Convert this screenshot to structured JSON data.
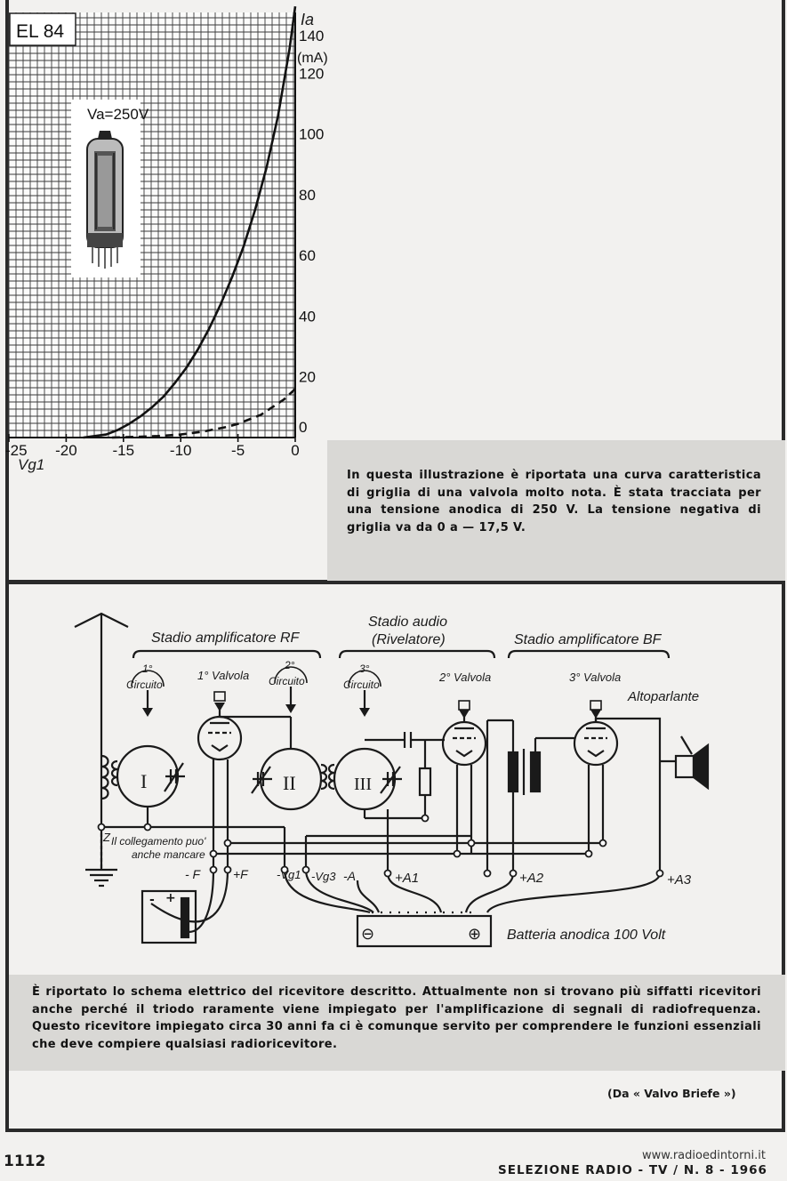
{
  "chart_data": {
    "type": "line",
    "title_box": "EL 84",
    "inset_label": "Va=250V",
    "y_axis_label": "Ia",
    "y_axis_unit": "(mA)",
    "x_axis_label": "Vg1",
    "x_tick_labels": [
      "-25",
      "-20",
      "-15",
      "-10",
      "-5",
      "0"
    ],
    "x_ticks": [
      -25,
      -20,
      -15,
      -10,
      -5,
      0
    ],
    "y_tick_labels": [
      "140",
      "120",
      "100",
      "80",
      "60",
      "40",
      "20",
      "0"
    ],
    "y_ticks": [
      140,
      120,
      100,
      80,
      60,
      40,
      20,
      0
    ],
    "xlim": [
      -25,
      0
    ],
    "ylim": [
      0,
      140
    ],
    "series": [
      {
        "style": "solid",
        "x": [
          -18.5,
          -17.5,
          -16.5,
          -15.5,
          -14.5,
          -13.5,
          -12.5,
          -11.5,
          -10.5,
          -9.5,
          -8.5,
          -7.5,
          -6.5,
          -5.5,
          -4.5,
          -3.5,
          -2.5,
          -1.5,
          -0.5,
          0
        ],
        "y": [
          0,
          0.5,
          1,
          2.5,
          4.5,
          7,
          10,
          13.5,
          18,
          23,
          29,
          36,
          44,
          53,
          63,
          75,
          89,
          106,
          128,
          142
        ]
      },
      {
        "style": "dashed",
        "x": [
          -16,
          -14,
          -12,
          -10,
          -8,
          -6,
          -5,
          -4,
          -3,
          -2,
          -1,
          0
        ],
        "y": [
          0,
          0.2,
          0.5,
          1,
          2,
          3.5,
          4.5,
          6,
          7.5,
          10,
          12.5,
          16
        ]
      }
    ]
  },
  "top_caption": "In questa illustrazione è riportata una curva caratteristica di griglia di una valvola molto nota. È stata tracciata per una tensione anodica di 250 V. La tensione negativa di griglia va da 0 a — 17,5 V.",
  "schematic": {
    "stage_rf": "Stadio amplificatore RF",
    "stage_audio": "Stadio audio",
    "stage_audio_sub": "(Rivelatore)",
    "stage_bf": "Stadio amplificatore BF",
    "circuit_1": "1°",
    "circuit_2": "2°",
    "circuit_3": "3°",
    "circuit_word": "Circuito",
    "valve_1": "1° Valvola",
    "valve_2": "2° Valvola",
    "valve_3": "3° Valvola",
    "speaker": "Altoparlante",
    "coil_1": "I",
    "coil_2": "II",
    "coil_3": "III",
    "note_line1": "Il collegamento puo'",
    "note_line2": "anche mancare",
    "note_mark": "Z",
    "term_minus_f": "- F",
    "term_plus_f": "+F",
    "term_vg1": "-Vg1",
    "term_vg3": "-Vg3",
    "term_minus_a": "-A",
    "term_a1": "+A1",
    "term_a2": "+A2",
    "term_a3": "+A3",
    "battery_label": "Batteria anodica 100 Volt",
    "small_battery_minus": "-",
    "small_battery_plus": "+",
    "battery_minus": "⊖",
    "battery_plus": "⊕"
  },
  "bottom_caption": "È riportato lo schema elettrico del ricevitore descritto. Attualmente non si trovano più siffatti ricevitori anche perché il triodo raramente viene impiegato per l'amplificazione di segnali di radiofrequenza. Questo ricevitore impiegato circa 30 anni fa ci è comunque servito per comprendere le funzioni essenziali che deve compiere qualsiasi radioricevitore.",
  "source_credit": "(Da « Valvo Briefe »)",
  "page_number": "1112",
  "magazine_footer": "SELEZIONE RADIO - TV / N. 8 - 1966",
  "watermark": "www.radioedintorni.it"
}
